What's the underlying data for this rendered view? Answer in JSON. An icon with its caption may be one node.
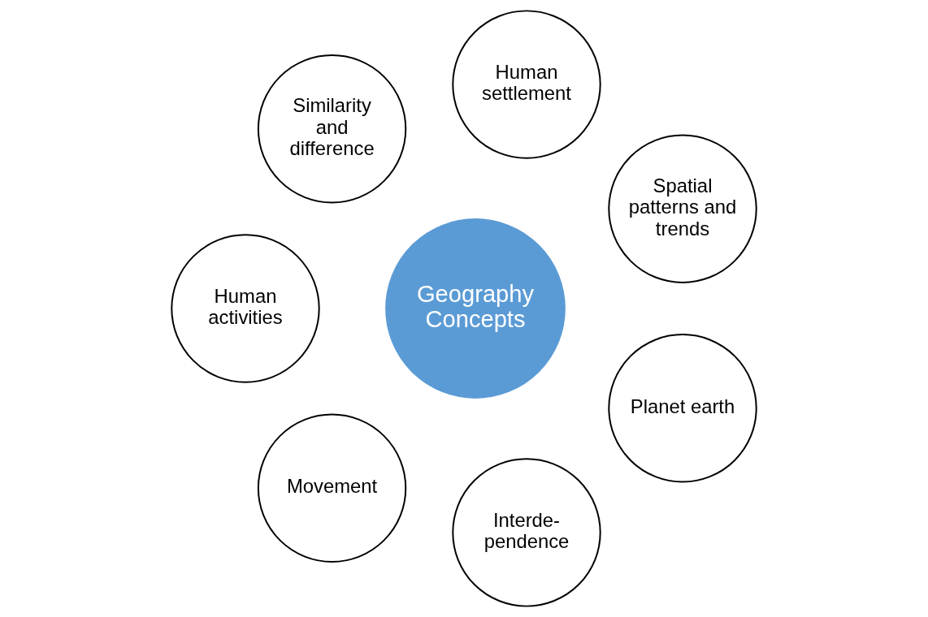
{
  "diagram": {
    "nodes": [
      {
        "text": [
          "Spatial patterns and trends"
        ]
      },
      {
        "text": [
          "Human settlement"
        ]
      },
      {
        "text": [
          "Similarity and difference"
        ]
      },
      {
        "text": [
          "Geography Concepts"
        ]
      },
      {
        "text": [
          "Human activities"
        ]
      },
      {
        "text": [
          "Movement"
        ]
      },
      {
        "text": [
          "Interde- pendence"
        ]
      },
      {
        "text": [
          "Planet earth"
        ]
      }
    ],
    "edges": []
  }
}
